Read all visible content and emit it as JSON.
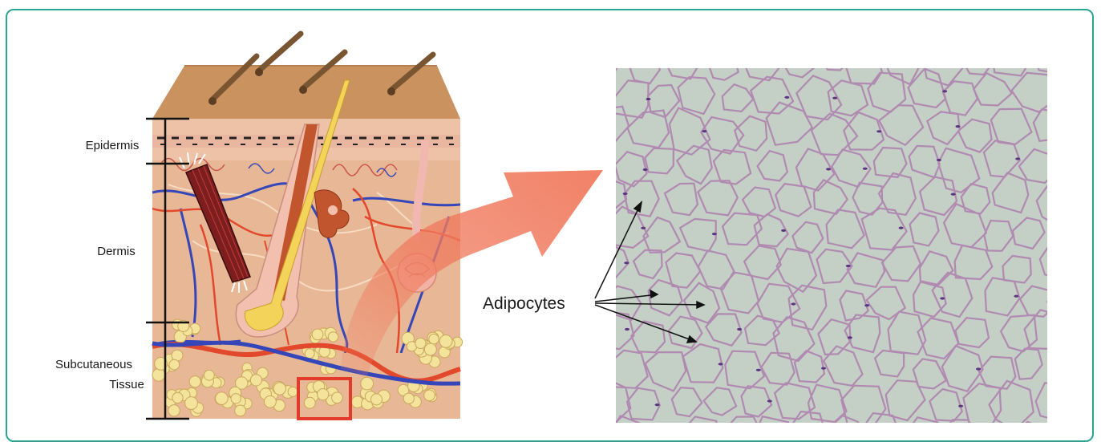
{
  "figure": {
    "layer_labels": {
      "epidermis": "Epidermis",
      "dermis": "Dermis",
      "subcutaneous_line1": "Subcutaneous",
      "subcutaneous_line2": "Tissue"
    },
    "callout": "Adipocytes"
  },
  "colors": {
    "frame": "#2aa592",
    "skin_top": "#c9925f",
    "dermis": "#e8b796",
    "fat": "#f3e39b",
    "highlight_box": "#e23b2b",
    "arrow": "#f0836a",
    "micrograph_bg": "#c4cfc6",
    "cell_membrane": "#b08ab0"
  }
}
